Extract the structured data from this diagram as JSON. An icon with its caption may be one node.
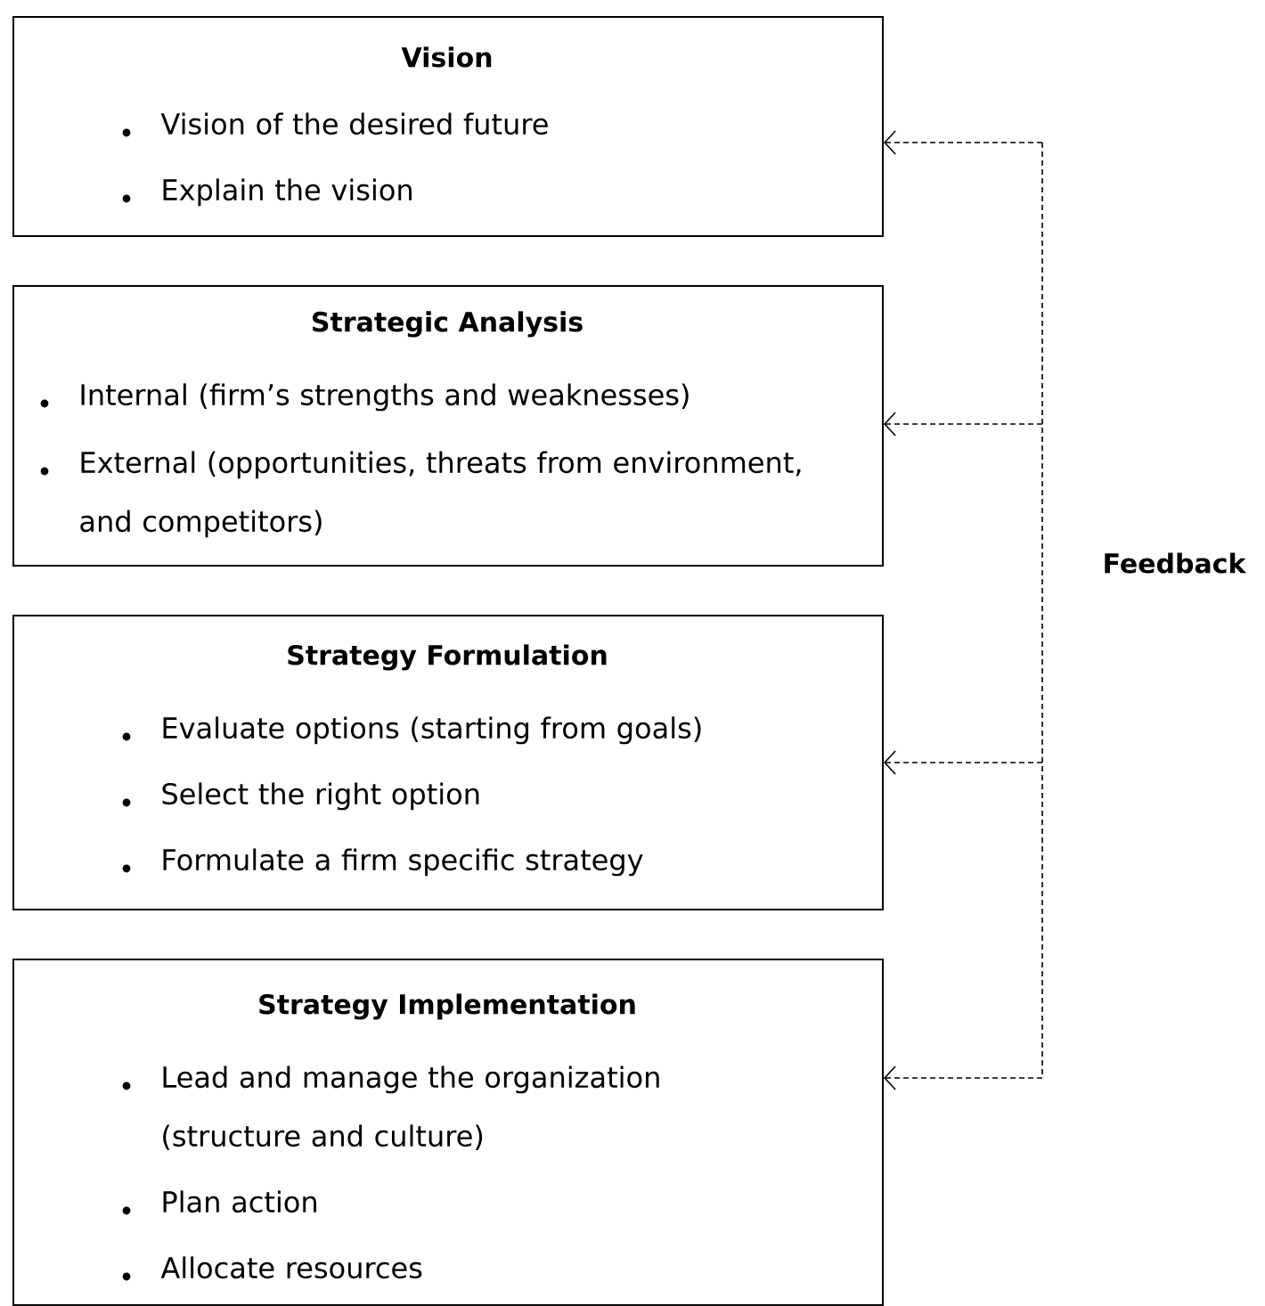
{
  "diagram": {
    "nodes": [
      {
        "text": [
          "Vision",
          "Vision of the desired future",
          "Explain the vision"
        ]
      },
      {
        "text": [
          "Strategic Analysis",
          "Internal (firm’s strengths and weaknesses)",
          "External (opportunities, threats from environment, and competitors)"
        ]
      },
      {
        "text": [
          "Strategy Formulation",
          "Evaluate options (starting from goals)",
          "Select the right option",
          "Formulate a firm specific strategy"
        ]
      },
      {
        "text": [
          "Strategy Implementation",
          "Lead and manage the organization (structure and culture)",
          "Plan action",
          "Allocate resources"
        ]
      }
    ],
    "edges": [
      {
        "from": null,
        "to": 0,
        "arrow": "to",
        "style": "dashed"
      },
      {
        "from": null,
        "to": 1,
        "arrow": "to",
        "style": "dashed"
      },
      {
        "from": null,
        "to": 2,
        "arrow": "to",
        "style": "dashed"
      },
      {
        "from": null,
        "to": 3,
        "arrow": "to",
        "style": "dashed"
      }
    ],
    "labels": [
      "Feedback"
    ]
  }
}
